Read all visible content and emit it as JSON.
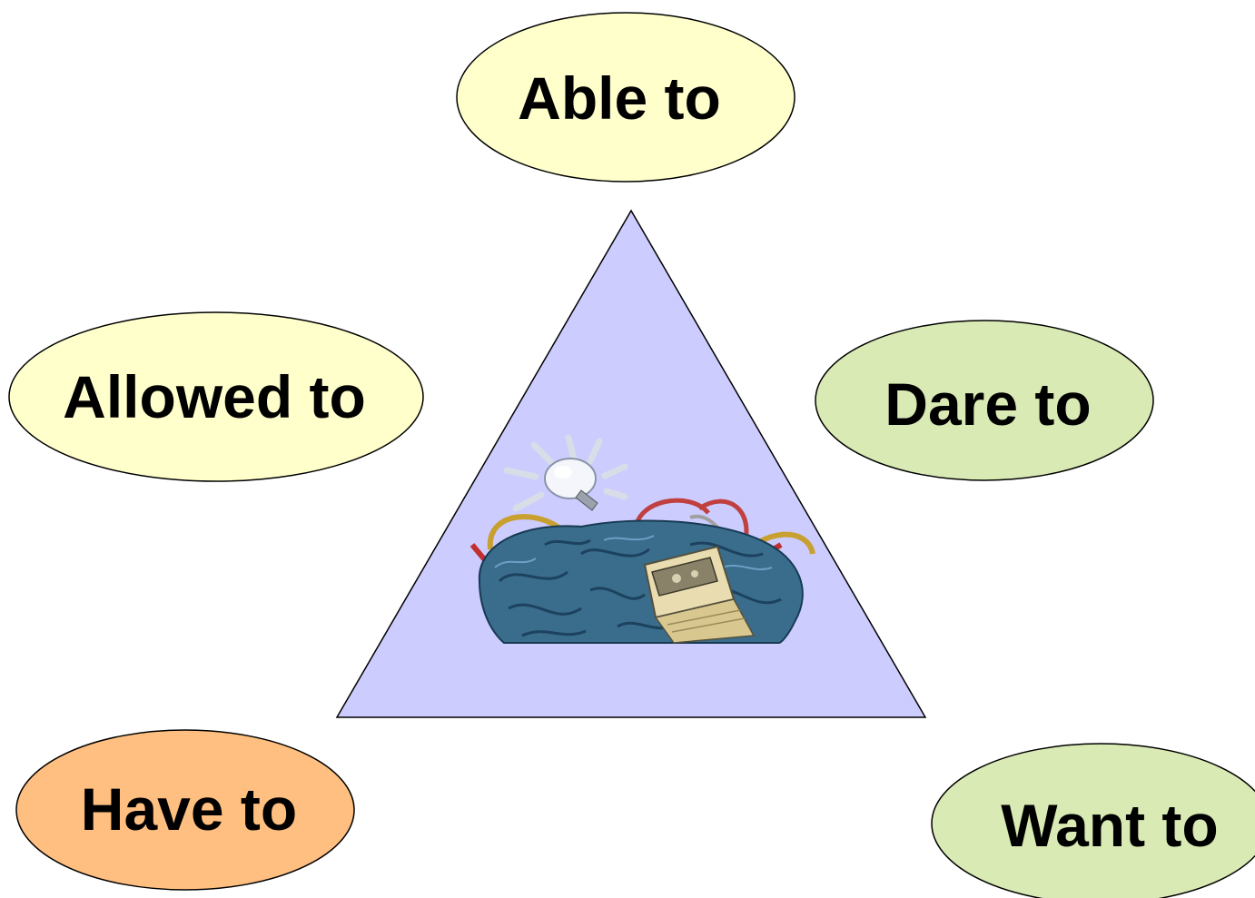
{
  "nodes": {
    "able_to": {
      "label": "Able to",
      "fill": "#ffffcc"
    },
    "allowed_to": {
      "label": "Allowed to",
      "fill": "#ffffcc"
    },
    "dare_to": {
      "label": "Dare to",
      "fill": "#d9eab4"
    },
    "have_to": {
      "label": "Have to",
      "fill": "#ffbf80"
    },
    "want_to": {
      "label": "Want to",
      "fill": "#d9eab4"
    }
  },
  "triangle": {
    "fill": "#ccccff",
    "stroke": "#000000"
  },
  "center_image": {
    "icon": "brain-lightbulb-icon"
  }
}
